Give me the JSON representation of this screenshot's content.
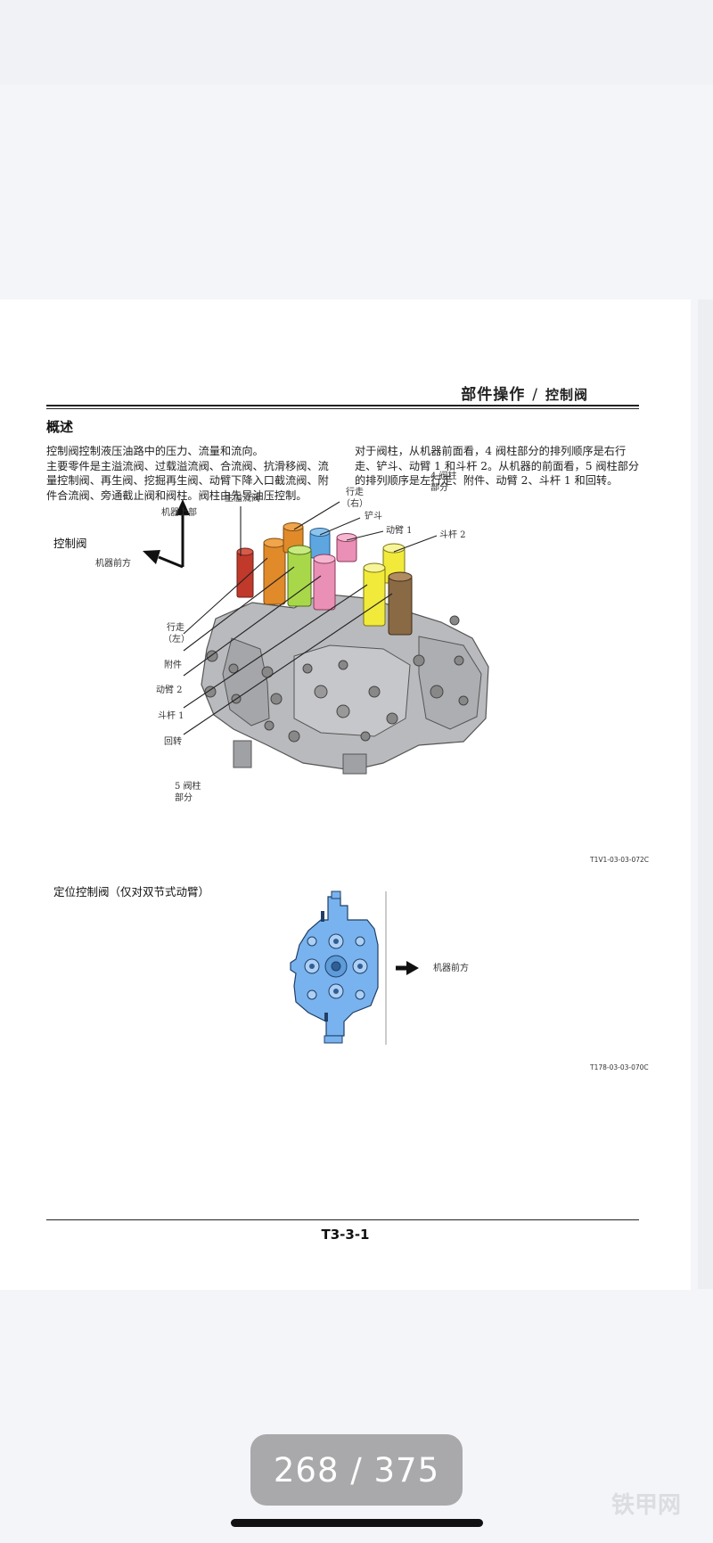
{
  "header": {
    "title": "部件操作",
    "separator": "/",
    "subtitle": "控制阀"
  },
  "section": {
    "title": "概述"
  },
  "paragraphs": {
    "left": [
      "控制阀控制液压油路中的压力、流量和流向。",
      "主要零件是主溢流阀、过载溢流阀、合流阀、抗滑移阀、流量控制阀、再生阀、挖掘再生阀、动臂下降入口截流阀、附件合流阀、旁通截止阀和阀柱。阀柱由先导油压控制。"
    ],
    "right": [
      "对于阀柱，从机器前面看，4 阀柱部分的排列顺序是右行走、铲斗、动臂 1 和斗杆 2。从机器的前面看，5 阀柱部分的排列顺序是左行走、附件、动臂 2、斗杆 1 和回转。"
    ]
  },
  "figure1": {
    "caption": "控制阀",
    "labels": {
      "main_relief": "主溢流阀",
      "travel_right_1": "行走",
      "travel_right_2": "（右）",
      "bucket": "铲斗",
      "boom1": "动臂 1",
      "arm2": "斗杆 2",
      "four_spool_1": "4 阀柱",
      "four_spool_2": "部分",
      "machine_top": "机器上部",
      "machine_front": "机器前方",
      "travel_left_1": "行走",
      "travel_left_2": "（左）",
      "attachment": "附件",
      "boom2": "动臂 2",
      "arm1": "斗杆 1",
      "swing": "回转",
      "five_spool_1": "5 阀柱",
      "five_spool_2": "部分"
    },
    "code": "T1V1-03-03-072C",
    "colors": {
      "red": "#c0392b",
      "orange": "#e08a2a",
      "blue": "#5da6e0",
      "pink": "#ea8fb5",
      "green": "#a8d84a",
      "yellow": "#f1ea3a",
      "brown": "#8a6a45"
    }
  },
  "figure2": {
    "caption": "定位控制阀（仅对双节式动臂）",
    "label_front": "机器前方",
    "code": "T178-03-03-070C",
    "color": "#79b3ef"
  },
  "footer": {
    "page_number": "T3-3-1"
  },
  "pager": {
    "text": "268 / 375"
  },
  "watermark": "铁甲网"
}
